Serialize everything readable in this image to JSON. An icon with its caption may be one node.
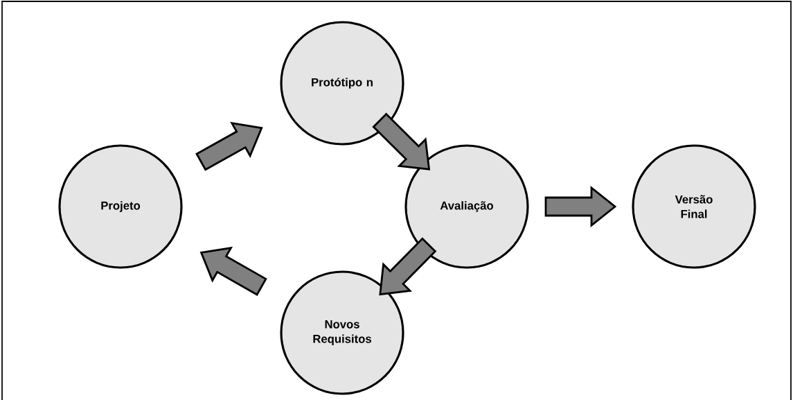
{
  "diagram": {
    "nodes": [
      {
        "text": [
          "Projeto"
        ]
      },
      {
        "text": [
          "Protótipo n"
        ]
      },
      {
        "text": [
          "Avaliação"
        ]
      },
      {
        "text": [
          "Versão Final"
        ]
      },
      {
        "text": [
          "Novos Requisitos"
        ]
      }
    ],
    "edges": [
      {
        "from": 0,
        "to": 1,
        "arrow": "to"
      },
      {
        "from": 1,
        "to": 2,
        "arrow": "to"
      },
      {
        "from": 2,
        "to": 3,
        "arrow": "to"
      },
      {
        "from": 2,
        "to": 4,
        "arrow": "to"
      },
      {
        "from": 4,
        "to": 0,
        "arrow": "to"
      }
    ]
  }
}
